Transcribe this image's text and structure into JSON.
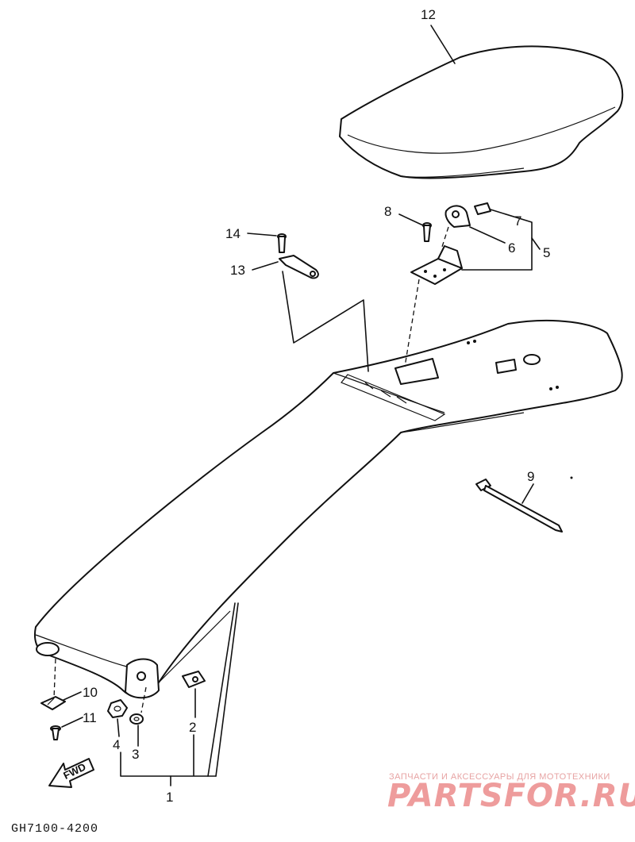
{
  "diagram": {
    "callouts": [
      {
        "id": "c1",
        "text": "1"
      },
      {
        "id": "c2",
        "text": "2"
      },
      {
        "id": "c3",
        "text": "3"
      },
      {
        "id": "c4",
        "text": "4"
      },
      {
        "id": "c5",
        "text": "5"
      },
      {
        "id": "c6",
        "text": "6"
      },
      {
        "id": "c7",
        "text": "7"
      },
      {
        "id": "c8",
        "text": "8"
      },
      {
        "id": "c9",
        "text": "9"
      },
      {
        "id": "c10",
        "text": "10"
      },
      {
        "id": "c11",
        "text": "11"
      },
      {
        "id": "c12",
        "text": "12"
      },
      {
        "id": "c13",
        "text": "13"
      },
      {
        "id": "c14",
        "text": "14"
      }
    ],
    "fwd_label": "FWD",
    "drawing_code": "GH7100-4200"
  },
  "watermark": {
    "tagline": "ЗАПЧАСТИ И АКСЕССУАРЫ ДЛЯ МОТОТЕХНИКИ",
    "brand": "PARTSFOR.RU",
    "color": "#ee9c9c"
  }
}
